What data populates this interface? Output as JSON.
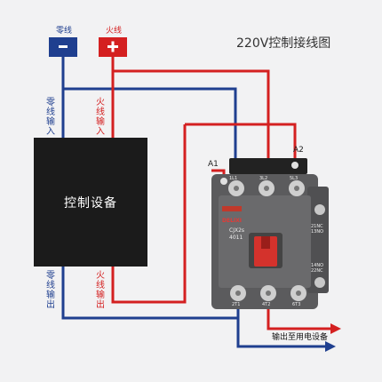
{
  "title": "220V控制接线图",
  "terminals": {
    "neutral_label": "零线",
    "live_label": "火线",
    "neutral_symbol": "−",
    "live_symbol": "+"
  },
  "labels": {
    "neutral_in": "零线输入",
    "live_in": "火线输入",
    "neutral_out": "零线输出",
    "live_out": "火线输出"
  },
  "control_box": "控制设备",
  "coil": {
    "a1": "A1",
    "a2": "A2"
  },
  "output": "输出至用电设备",
  "contactor": {
    "brand": "DELIXI",
    "model": "CJX2s",
    "code": "4011",
    "top_terminals": [
      "1L1",
      "3L2",
      "5L3"
    ],
    "bottom_terminals": [
      "2T1",
      "4T2",
      "6T3"
    ],
    "side_top": "21NC 13NO",
    "side_bottom": "14NO 22NC"
  },
  "colors": {
    "neutral": "#1f3f8f",
    "live": "#d42020",
    "box": "#1b1b1b",
    "contactor": "#5b5b5d"
  }
}
